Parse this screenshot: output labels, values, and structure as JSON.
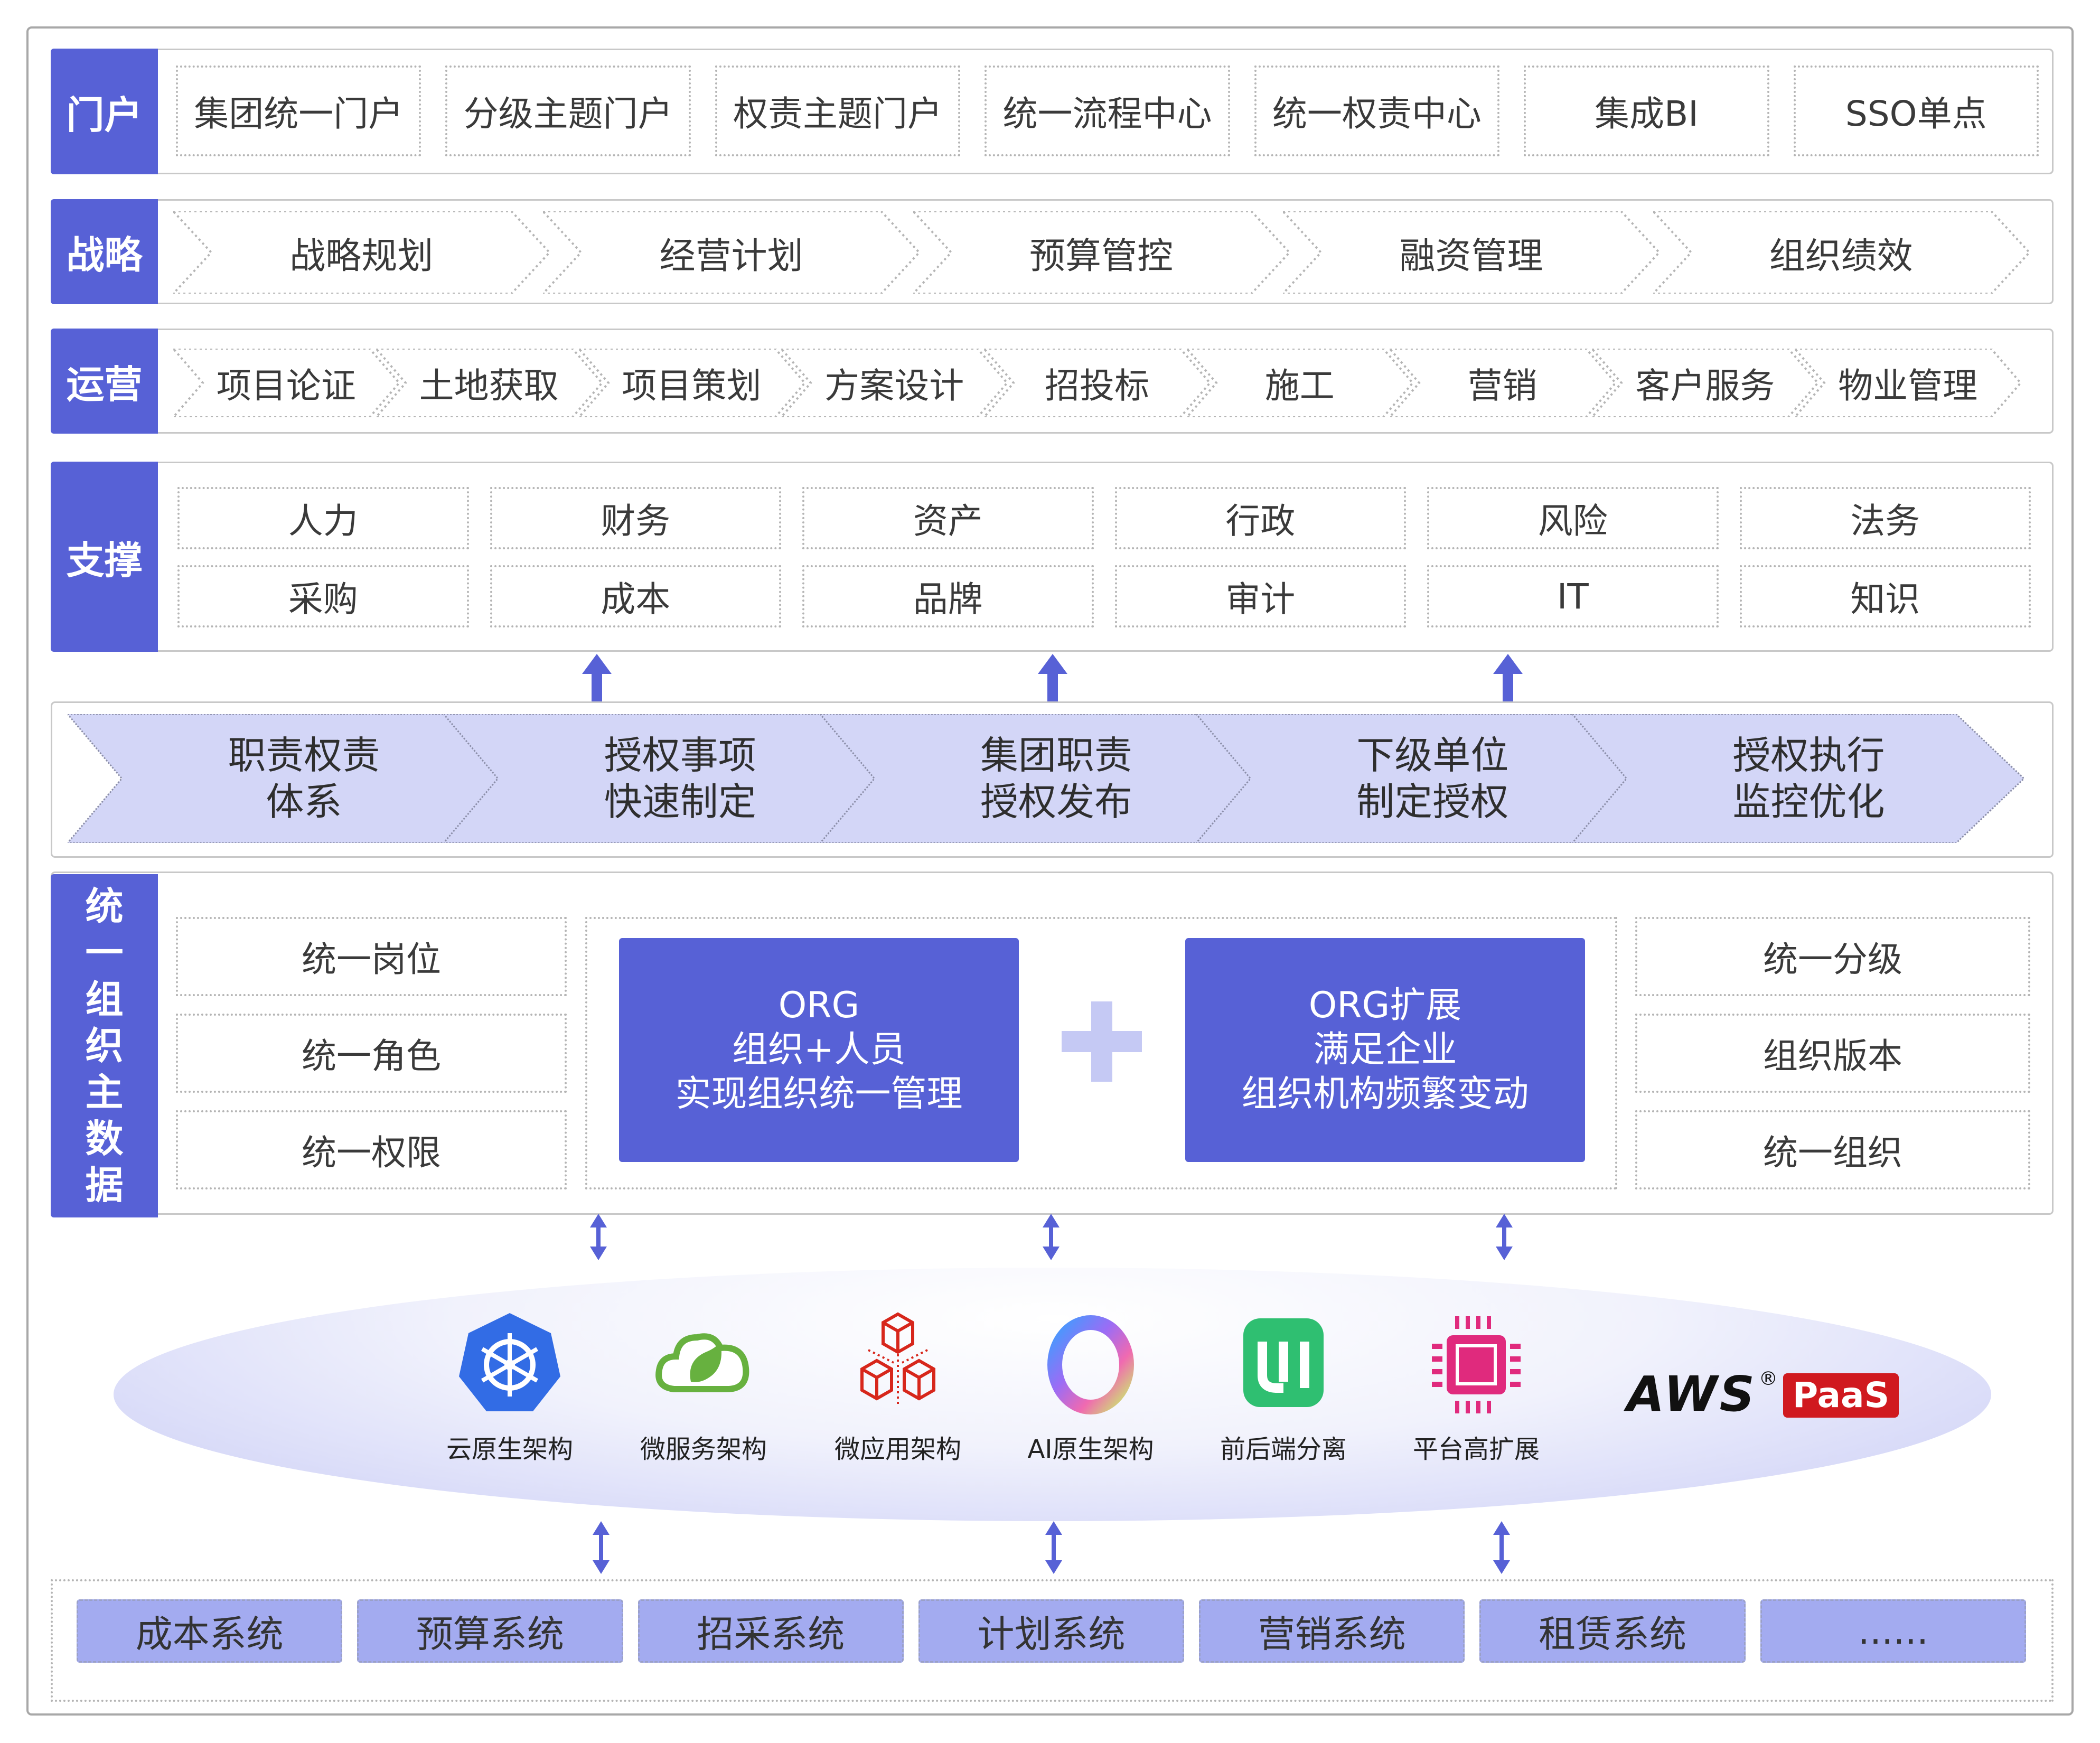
{
  "portal": {
    "tag": "门户",
    "items": [
      "集团统一门户",
      "分级主题门户",
      "权责主题门户",
      "统一流程中心",
      "统一权责中心",
      "集成BI",
      "SSO单点"
    ]
  },
  "strategy": {
    "tag": "战略",
    "items": [
      "战略规划",
      "经营计划",
      "预算管控",
      "融资管理",
      "组织绩效"
    ]
  },
  "operations": {
    "tag": "运营",
    "items": [
      "项目论证",
      "土地获取",
      "项目策划",
      "方案设计",
      "招投标",
      "施工",
      "营销",
      "客户服务",
      "物业管理"
    ]
  },
  "support": {
    "tag": "支撑",
    "row1": [
      "人力",
      "财务",
      "资产",
      "行政",
      "风险",
      "法务"
    ],
    "row2": [
      "采购",
      "成本",
      "品牌",
      "审计",
      "IT",
      "知识"
    ]
  },
  "authority_flow": {
    "steps": [
      "职责权责\n体系",
      "授权事项\n快速制定",
      "集团职责\n授权发布",
      "下级单位\n制定授权",
      "授权执行\n监控优化"
    ]
  },
  "master_data": {
    "tag_chars": [
      "统",
      "一",
      "组",
      "织",
      "主",
      "数",
      "据"
    ],
    "left": [
      "统一岗位",
      "统一角色",
      "统一权限"
    ],
    "org_box": "ORG\n组织+人员\n实现组织统一管理",
    "plus": "+",
    "org_ext_box": "ORG扩展\n满足企业\n组织机构频繁变动",
    "right": [
      "统一分级",
      "组织版本",
      "统一组织"
    ]
  },
  "tech_stack": {
    "items": [
      {
        "label": "云原生架构",
        "icon": "kubernetes-icon"
      },
      {
        "label": "微服务架构",
        "icon": "spring-cloud-icon"
      },
      {
        "label": "微应用架构",
        "icon": "cubes-icon"
      },
      {
        "label": "AI原生架构",
        "icon": "ai-ring-icon"
      },
      {
        "label": "前后端分离",
        "icon": "ui-icon"
      },
      {
        "label": "平台高扩展",
        "icon": "chip-icon"
      }
    ],
    "brand": {
      "name": "AWS",
      "registered": "®",
      "suffix": "PaaS"
    }
  },
  "systems": [
    "成本系统",
    "预算系统",
    "招采系统",
    "计划系统",
    "营销系统",
    "租赁系统",
    "......"
  ],
  "colors": {
    "accent": "#5761d6",
    "flow_fill": "#d3d6f7",
    "system_fill": "#a3abf0",
    "plus": "#c5c9f4",
    "brand_red": "#d0191f"
  }
}
